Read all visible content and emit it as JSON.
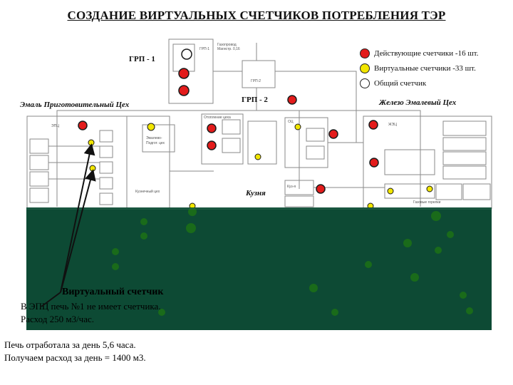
{
  "title": "СОЗДАНИЕ ВИРТУАЛЬНЫХ СЧЕТЧИКОВ ПОТРЕБЛЕНИЯ ТЭР",
  "labels": {
    "grp1": "ГРП - 1",
    "grp2": "ГРП - 2",
    "emal": "Эмаль Приготовительный Цех",
    "zhelezo": "Железо Эмалевый Цех",
    "kuznya": "Кузня"
  },
  "legend": [
    {
      "text": "Действующие счетчики -16 шт.",
      "color": "#e31b1b"
    },
    {
      "text": "Виртуальные счетчики -33 шт.",
      "color": "#f2e600"
    },
    {
      "text": "Общий счетчик",
      "color": "#ffffff"
    }
  ],
  "overlay": {
    "heading": "Виртуальный счетчик",
    "line1": "В ЭПЦ печь №1 не имеет счетчика.",
    "line2": "Расход 250 м3/час."
  },
  "footer": {
    "line1": "Печь отработала  за день       5,6 часа.",
    "line2": "Получаем расход за день =  1400 м3."
  },
  "colors": {
    "meter_real": "#e31b1b",
    "meter_virtual": "#f2e600",
    "overlay_bg": "#0d4a34",
    "schematic_line": "#8a8a8a"
  }
}
